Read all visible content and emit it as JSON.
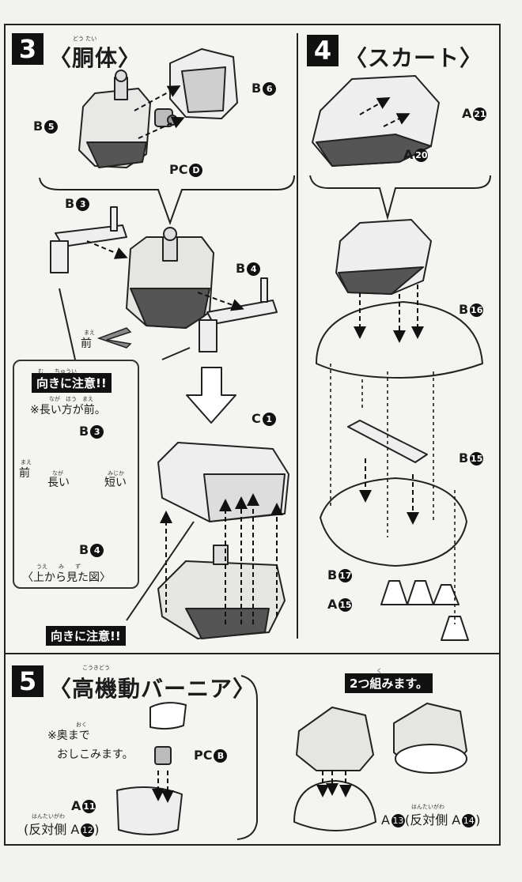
{
  "step3": {
    "number": "3",
    "title": "〈胴体〉",
    "ruby": "どう たい",
    "labels": {
      "b5": "B",
      "b5n": "5",
      "b6": "B",
      "b6n": "6",
      "pcd": "PC",
      "pcdn": "D",
      "b3": "B",
      "b3n": "3",
      "b4": "B",
      "b4n": "4",
      "c1": "C",
      "c1n": "1",
      "front": "前",
      "front_ruby": "まえ"
    },
    "caution1": "向きに注意!!",
    "caution_ruby": "む　　ちゅうい",
    "note": "※長い方が前。",
    "note_ruby": "なが　ほう　まえ",
    "diagram": {
      "b3": "B",
      "b3n": "3",
      "b4": "B",
      "b4n": "4",
      "front": "前",
      "front_ruby": "まえ",
      "long": "長い",
      "long_ruby": "なが",
      "short": "短い",
      "short_ruby": "みじか",
      "caption": "〈上から見た図〉",
      "caption_ruby": "うえ　　み　　ず"
    },
    "caution2": "向きに注意!!"
  },
  "step4": {
    "number": "4",
    "title": "〈スカート〉",
    "labels": {
      "a21": "A",
      "a21n": "21",
      "a20": "A",
      "a20n": "20",
      "b16": "B",
      "b16n": "16",
      "b15": "B",
      "b15n": "15",
      "b17": "B",
      "b17n": "17",
      "a15": "A",
      "a15n": "15"
    }
  },
  "step5": {
    "number": "5",
    "title": "〈高機動バーニア〉",
    "ruby": "こうきどう",
    "labels": {
      "push1": "※奥まで",
      "push1_ruby": "おく",
      "push2": "おしこみます。",
      "pcb": "PC",
      "pcbn": "B",
      "a11": "A",
      "a11n": "11",
      "a12_pre": "(反対側 A",
      "a12n": "12",
      "a12_post": ")",
      "a12_ruby": "はんたいがわ",
      "a13": "A",
      "a13n": "13",
      "a13_rest": "(反対側 A",
      "a14n": "14",
      "a14_post": ")",
      "a13_ruby": "はんたいがわ"
    },
    "make_two": "2つ組みます。",
    "make_two_ruby": "く"
  }
}
